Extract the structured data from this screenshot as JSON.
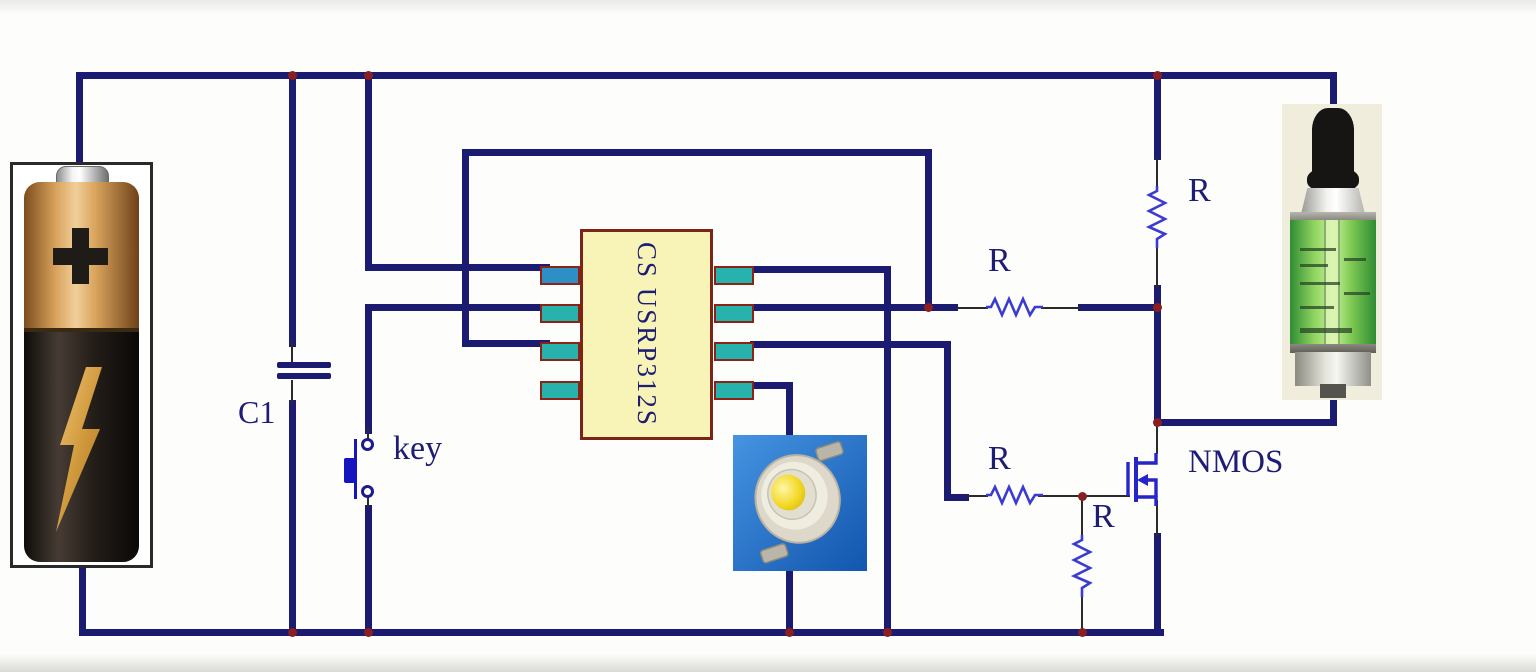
{
  "labels": {
    "capacitor": "C1",
    "switch": "key",
    "ic": "CS USRP312S",
    "resistor_top": "R",
    "resistor_mid": "R",
    "resistor_gate": "R",
    "resistor_pulldown": "R",
    "transistor": "NMOS"
  },
  "components": {
    "battery": "aa-battery-photo",
    "capacitor": "capacitor-C1-symbol",
    "push_button": "key-push-button-symbol",
    "ic": "control-chip-CS-USRP312S",
    "led": "high-power-led-photo",
    "transistor": "nmos-transistor-symbol",
    "atomizer": "clearomizer-atomizer-photo",
    "resistor_count": 4
  },
  "colors": {
    "wire": "#1b1b72",
    "thin_wire": "#2b2b2b",
    "resistor_zigzag": "#3b3bd0",
    "junction_dot": "#8b1f1f",
    "ic_body": "#f8f3b6",
    "ic_border": "#7c2416",
    "pin_fill": "#27b2ae",
    "label_text": "#1d1d74",
    "led_background": "#1f6fc9",
    "tank_green": "#8fd45f"
  }
}
